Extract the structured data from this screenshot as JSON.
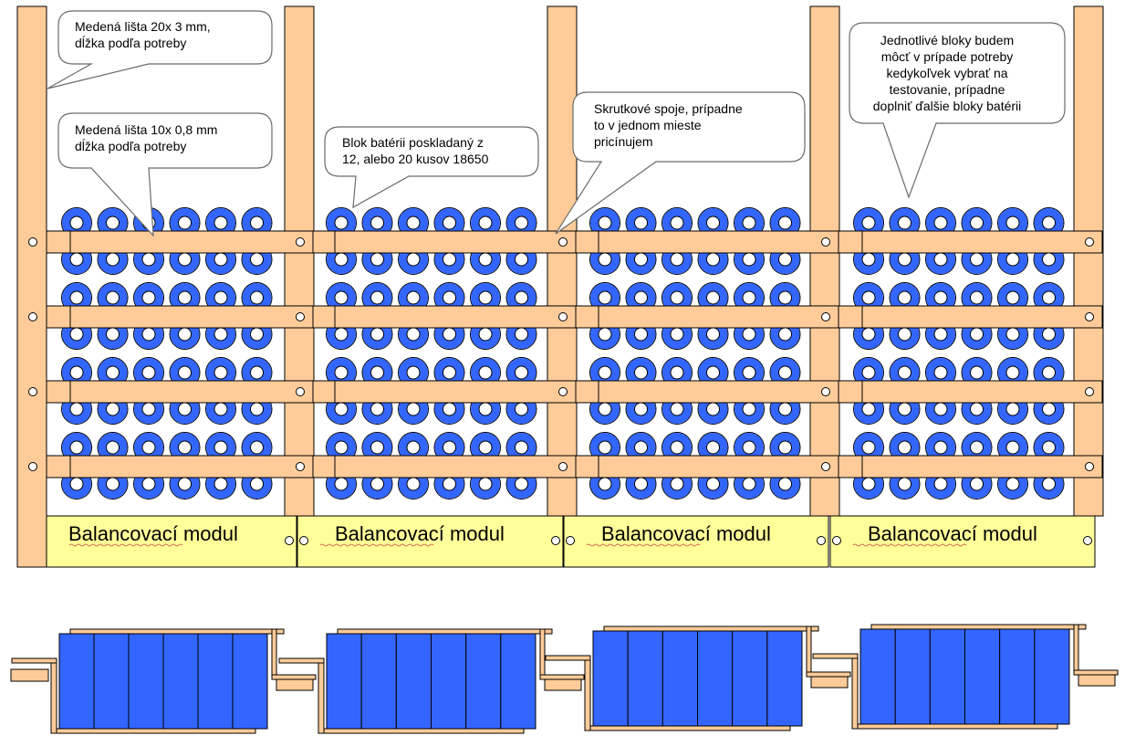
{
  "colors": {
    "copper": "#ffcc99",
    "cell_blue": "#3366ff",
    "outline": "#000000",
    "module_yellow": "#ffff99",
    "callout_border": "#6b6b6b"
  },
  "modules": [
    {
      "label": "Balancovací modul"
    },
    {
      "label": "Balancovací modul"
    },
    {
      "label": "Balancovací modul"
    },
    {
      "label": "Balancovací modul"
    }
  ],
  "grid": {
    "columns_per_block": 6,
    "ring_rows_per_block": 8,
    "bars_per_block": 4,
    "blocks": 4
  },
  "side_view": {
    "blocks": 4,
    "cells_per_block": 6
  },
  "callouts": [
    {
      "id": "copper-bar-20x3",
      "text": "Medená lišta 20x 3 mm,\ndĺžka podľa potreby"
    },
    {
      "id": "copper-strip-10x08",
      "text": "Medená lišta 10x 0,8 mm\ndĺžka podľa potreby"
    },
    {
      "id": "battery-block",
      "text": "Blok batérii poskladaný z\n12, alebo 20 kusov 18650"
    },
    {
      "id": "screw-joints",
      "text": "Skrutkové spoje, prípadne\nto v jednom mieste\npricínujem"
    },
    {
      "id": "replaceable-blocks",
      "text": "Jednotlivé bloky budem\nmôcť v prípade potreby\nkedykoľvek vybrať na\ntestovanie, prípadne\ndoplniť ďalšie bloky batérii"
    }
  ]
}
